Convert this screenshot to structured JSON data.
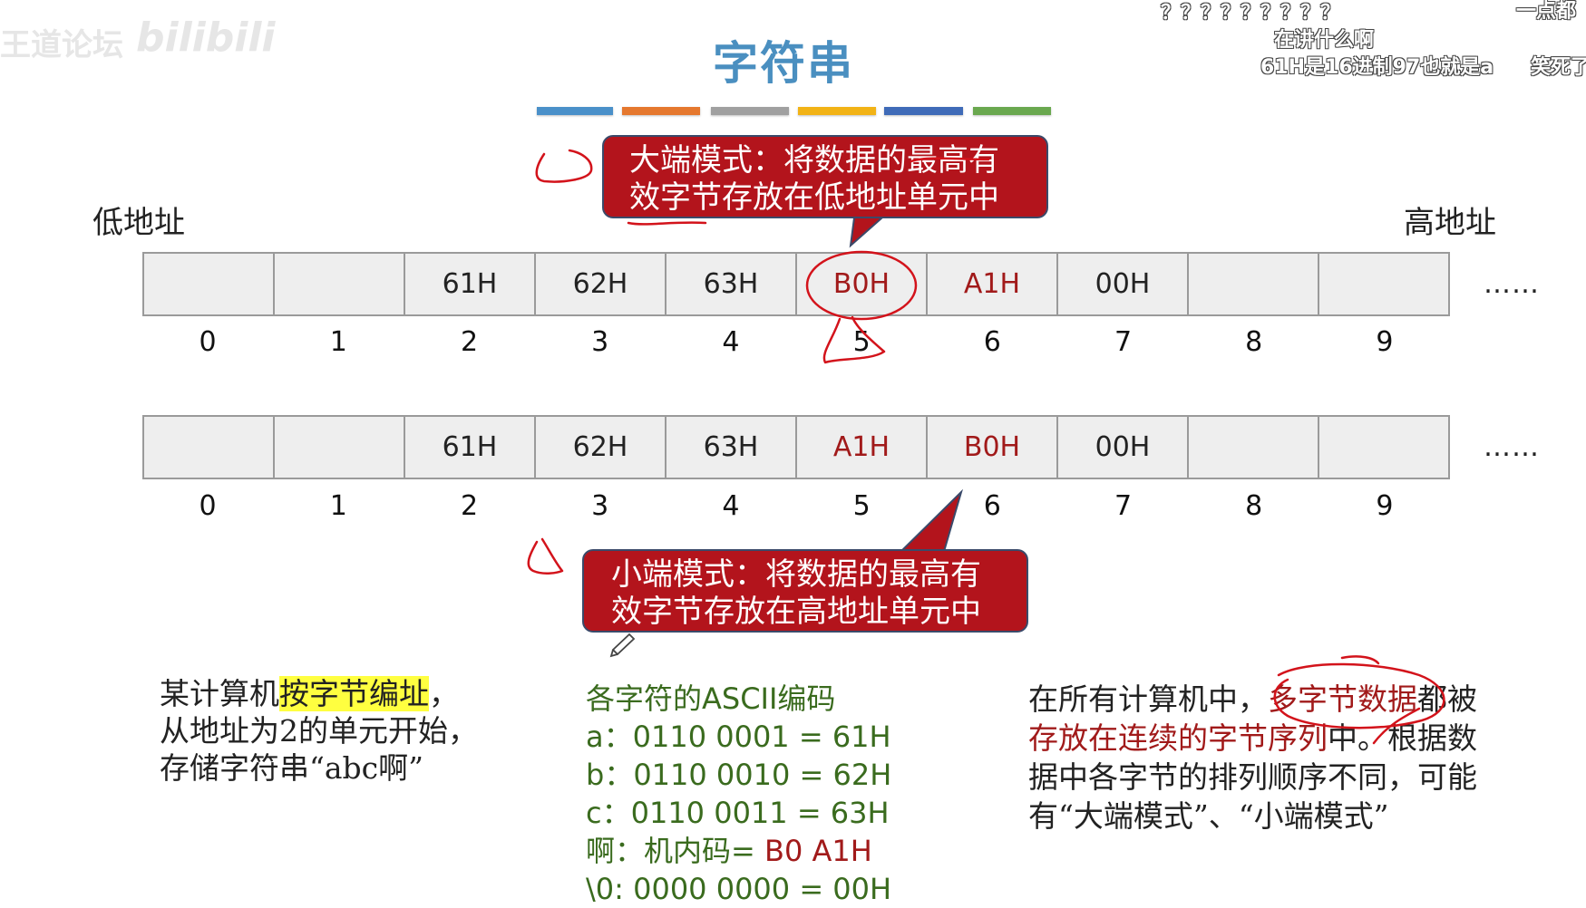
{
  "watermark": {
    "left": "王道论坛",
    "logo": "bilibili"
  },
  "danmaku": [
    {
      "text": "？？？？？？？？？"
    },
    {
      "text": "在讲什么啊"
    },
    {
      "text": "61H是16进制97也就是a"
    },
    {
      "text": "一点都"
    },
    {
      "text": "笑死了"
    }
  ],
  "slide": {
    "title": "字符串",
    "bar_colors": [
      "#4a90c9",
      "#e5782e",
      "#a0a0a0",
      "#f2b316",
      "#3f6bb8",
      "#6aa84f"
    ],
    "low_address_label": "低地址",
    "high_address_label": "高地址",
    "big_endian_callout": "大端模式：将数据的最高有效字节存放在低地址单元中",
    "big_endian_lines": [
      "大端模式：将数据的最高有",
      "效字节存放在低地址单元中"
    ],
    "little_endian_lines": [
      "小端模式：将数据的最高有",
      "效字节存放在高地址单元中"
    ],
    "ellipsis": "……",
    "row1_cells": [
      "",
      "",
      "61H",
      "62H",
      "63H",
      "B0H",
      "A1H",
      "00H",
      "",
      ""
    ],
    "row2_cells": [
      "",
      "",
      "61H",
      "62H",
      "63H",
      "A1H",
      "B0H",
      "00H",
      "",
      ""
    ],
    "indices": [
      "0",
      "1",
      "2",
      "3",
      "4",
      "5",
      "6",
      "7",
      "8",
      "9"
    ],
    "left_text": {
      "line1_pre": "某计算机",
      "line1_highlight": "按字节编址",
      "line1_post": "，",
      "line2": "从地址为2的单元开始，",
      "line3": "存储字符串“abc啊”"
    },
    "ascii": {
      "heading": "各字符的ASCII编码",
      "a": "a：0110 0001 = 61H",
      "b": "b：0110 0010 = 62H",
      "c": "c：0110 0011 = 63H",
      "ah_prefix": "啊：机内码= ",
      "ah_value": "B0 A1H",
      "null": "\\0: 0000 0000 = 00H"
    },
    "right_text": {
      "line1_pre": "在所有计算机中，",
      "line1_red": "多字节数据",
      "line1_post": "都被",
      "line2_red": "存放在连续的字节序列",
      "line2_post": "中。根据数",
      "line3": "据中各字节的排列顺序不同，可能",
      "line4": "有“大端模式”、“小端模式”"
    }
  }
}
